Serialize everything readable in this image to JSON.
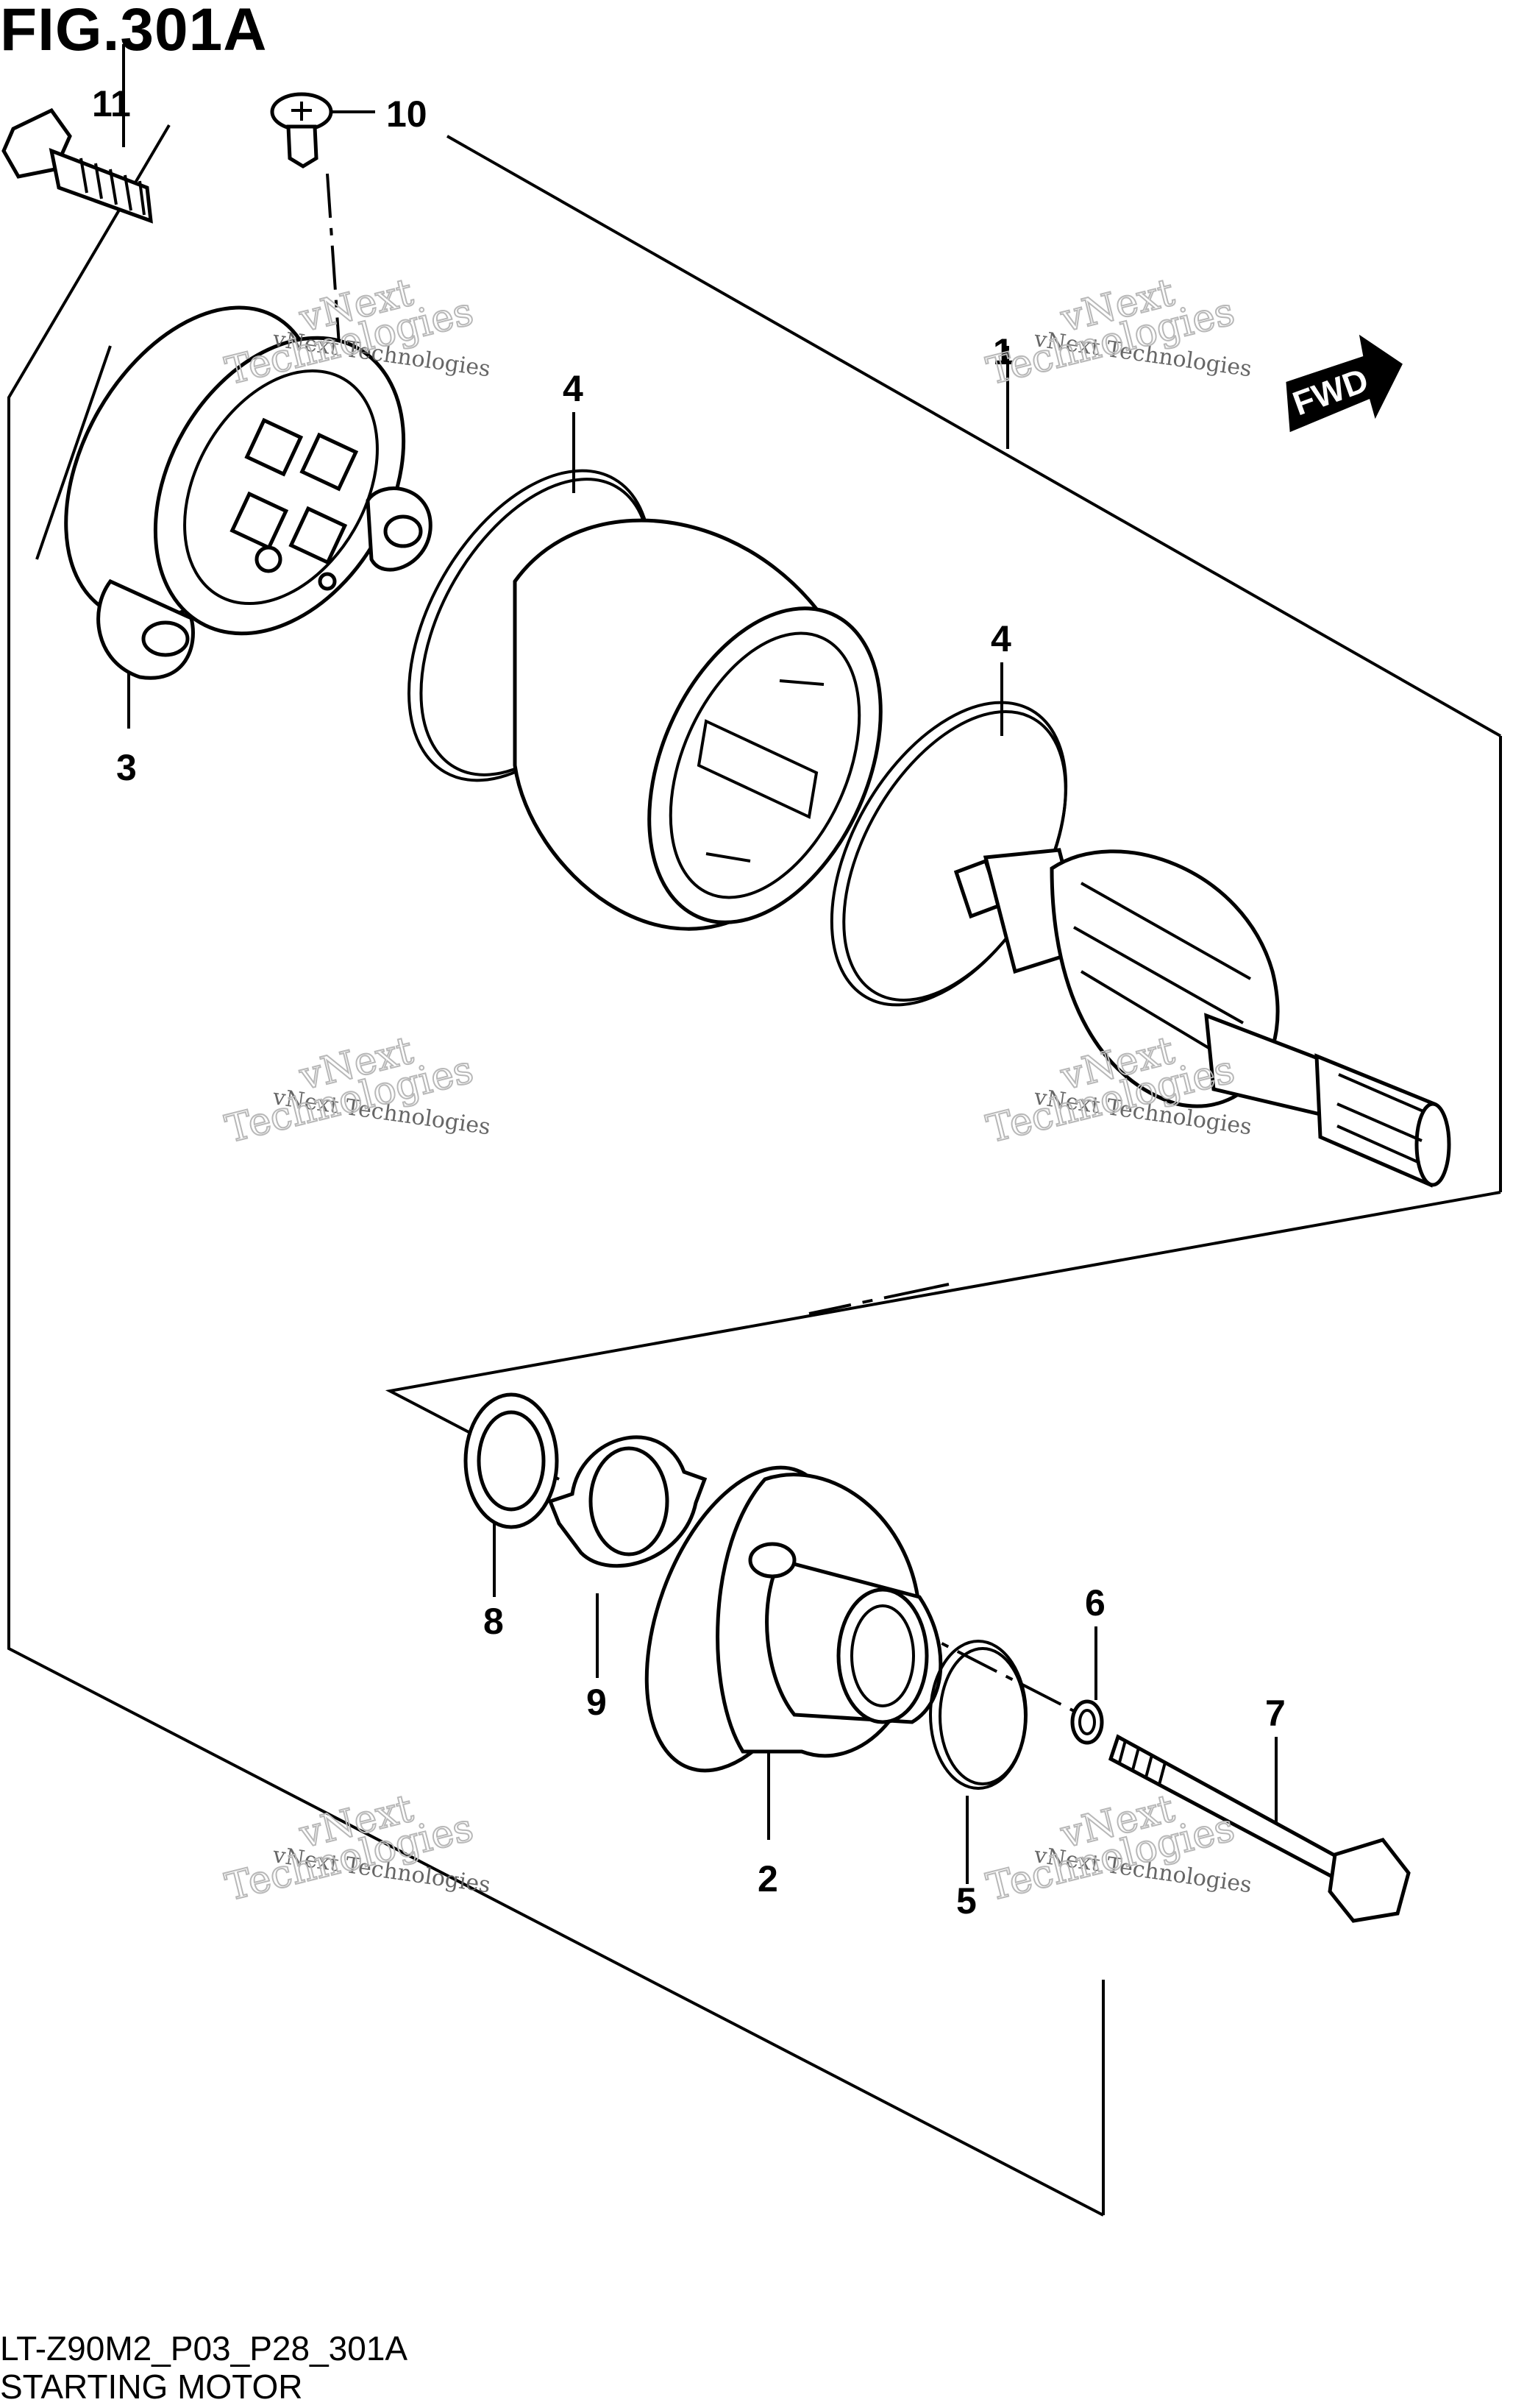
{
  "figure": {
    "title": "FIG.301A",
    "code": "LT-Z90M2_P03_P28_301A",
    "name": "STARTING MOTOR"
  },
  "callouts": [
    "1",
    "2",
    "3",
    "4",
    "4",
    "5",
    "6",
    "7",
    "8",
    "9",
    "10",
    "11"
  ],
  "watermark": {
    "line1": "vNext Technologies",
    "line2": "vNext",
    "line3": "Technologies"
  },
  "fwd_label": "FWD"
}
